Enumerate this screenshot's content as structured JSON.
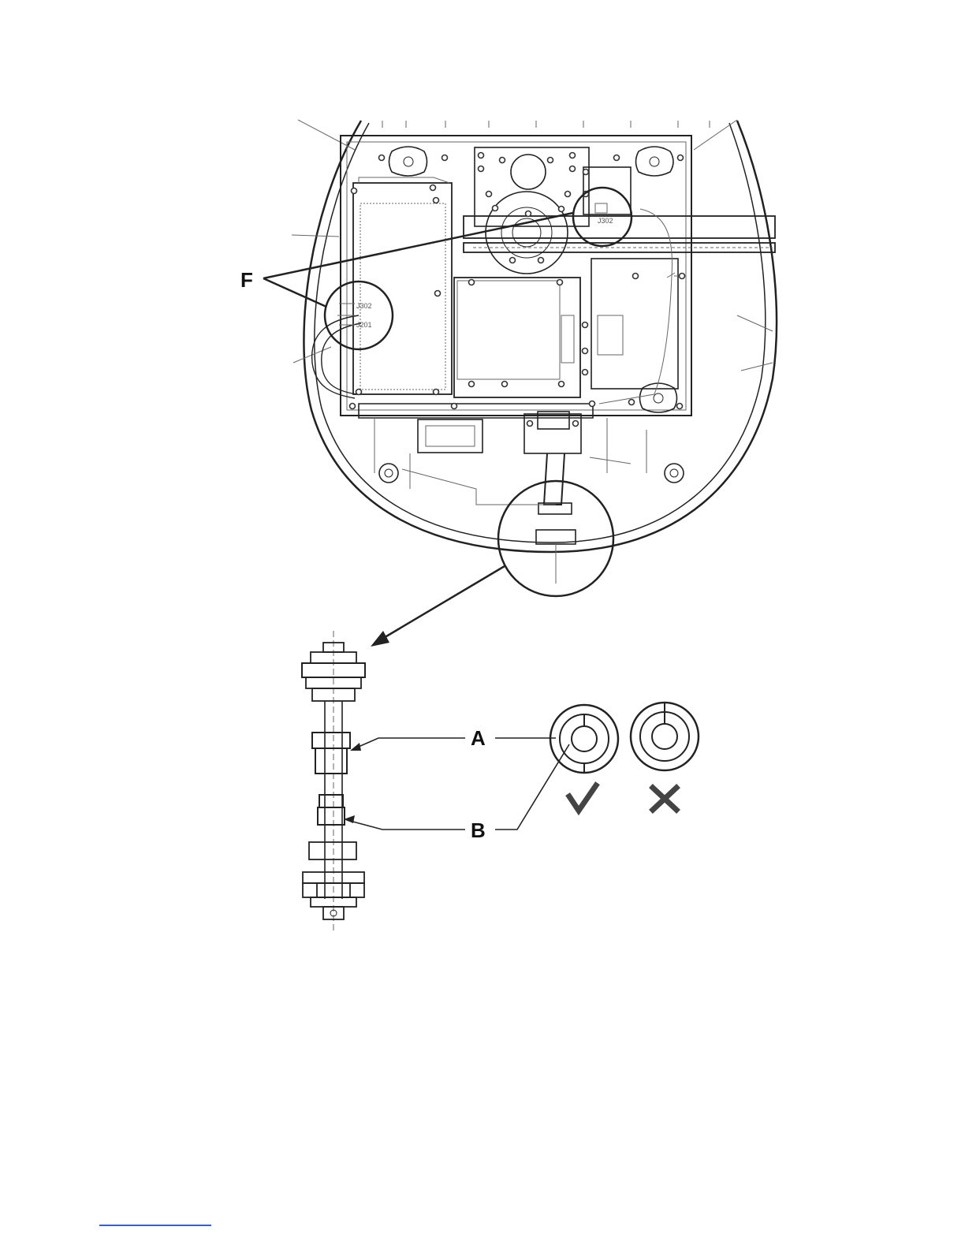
{
  "labels": {
    "f": "F",
    "a": "A",
    "b": "B",
    "connector_top": "J302",
    "connector_left_top": "J302",
    "connector_left_bottom": "J201"
  },
  "marks": {
    "correct": "✓",
    "incorrect": "✕"
  },
  "colors": {
    "line": "#222222",
    "footer_rule": "#3a5fcd"
  }
}
